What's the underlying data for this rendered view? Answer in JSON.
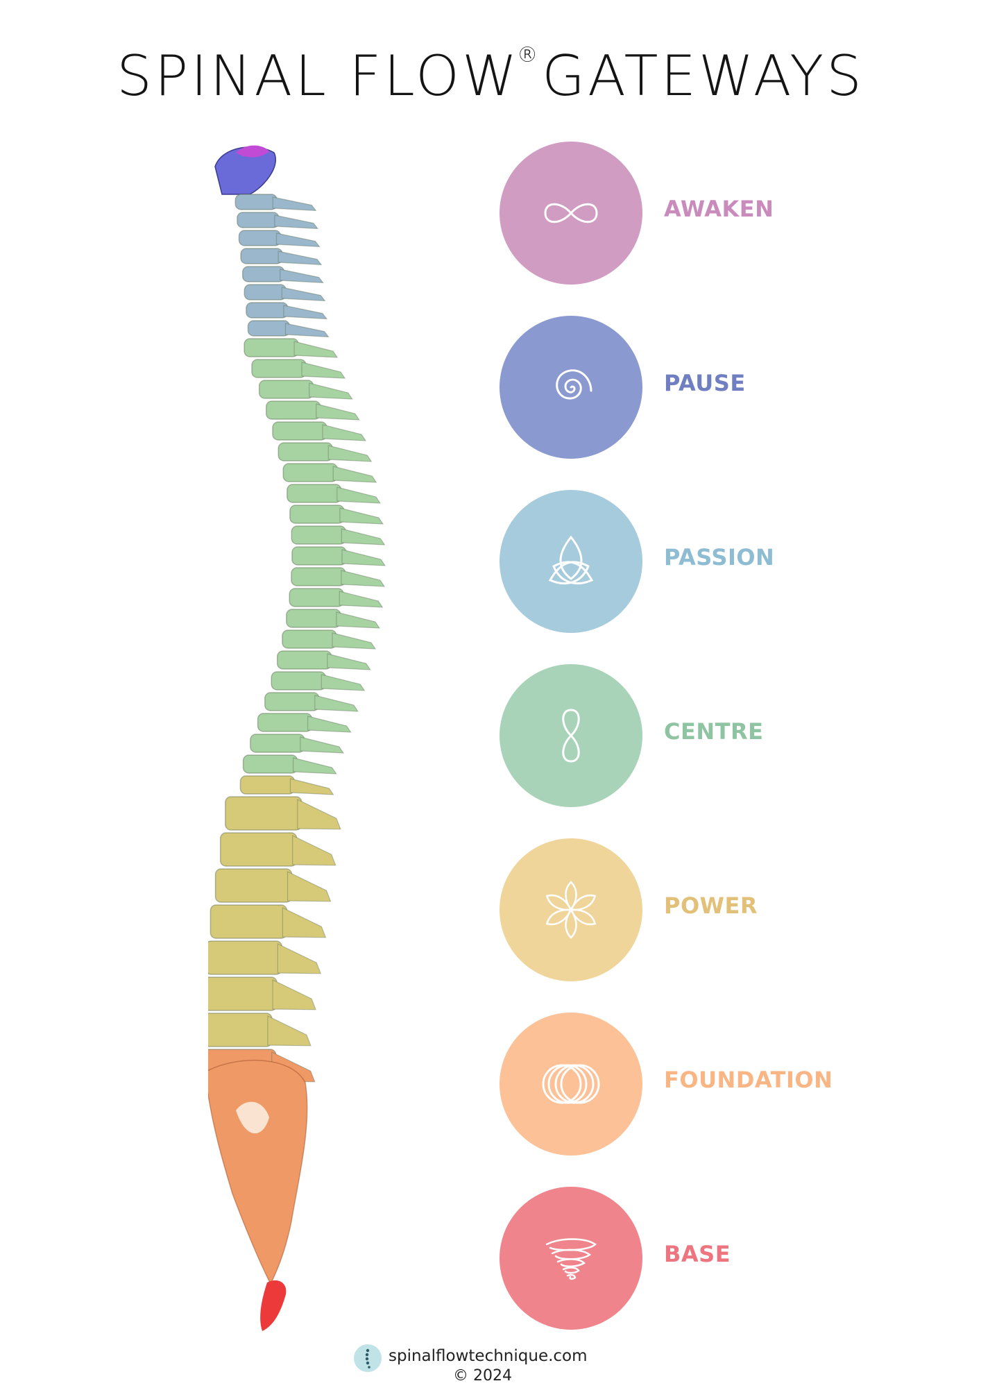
{
  "title": {
    "main": "SPINAL FLOW",
    "registered": "®",
    "rest": "GATEWAYS"
  },
  "gateways": [
    {
      "label": "AWAKEN",
      "icon": "infinity-icon",
      "circle_color": "#d09cc2",
      "label_color": "#c98bbb"
    },
    {
      "label": "PAUSE",
      "icon": "spiral-icon",
      "circle_color": "#8a99cf",
      "label_color": "#6f7fc2"
    },
    {
      "label": "PASSION",
      "icon": "triquetra-icon",
      "circle_color": "#a6cbdd",
      "label_color": "#8dbcd3"
    },
    {
      "label": "CENTRE",
      "icon": "figure-eight-icon",
      "circle_color": "#a9d3b8",
      "label_color": "#8fc4a3"
    },
    {
      "label": "POWER",
      "icon": "flower-icon",
      "circle_color": "#f0d59b",
      "label_color": "#e3c07a"
    },
    {
      "label": "FOUNDATION",
      "icon": "overlapping-rings-icon",
      "circle_color": "#fcc196",
      "label_color": "#f9b583"
    },
    {
      "label": "BASE",
      "icon": "vortex-icon",
      "circle_color": "#f0848c",
      "label_color": "#ec7580"
    }
  ],
  "spine_regions": {
    "cervical_top": "#6a6ad8",
    "cervical": "#9ab7cc",
    "thoracic": "#a7d3a2",
    "lumbar": "#d6ca78",
    "sacrum": "#ef9a66",
    "coccyx": "#ec3a3a"
  },
  "footer": {
    "site": "spinalflowtechnique.com",
    "copyright": "© 2024"
  }
}
